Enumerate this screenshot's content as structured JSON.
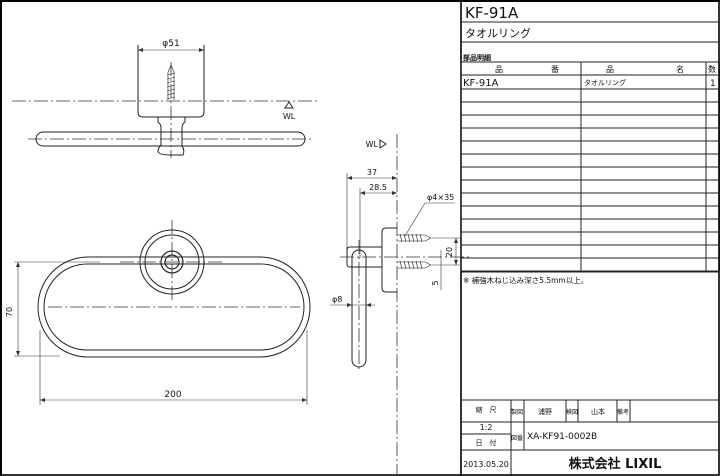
{
  "title_block": {
    "model": "KF-91A",
    "product_name": "タオルリング",
    "parts_label": "部品明細",
    "columns": [
      "品",
      "番",
      "品",
      "名",
      "数"
    ],
    "rows": [
      {
        "part_no": "KF-91A",
        "name": "タオルリング",
        "qty": "1"
      }
    ],
    "note": "※ 補強木ねじ込み深さ5.5mm以上。",
    "scale_label": "縮　尺",
    "scale": "1:2",
    "date_label": "日　付",
    "date": "2013.05.20",
    "drawn_label": "製図",
    "drawn_by": "浦野",
    "checked_label": "検図",
    "checked_by": "山本",
    "remarks_label": "備考",
    "drawing_no_label": "図番",
    "drawing_no": "XA-KF91-0002B",
    "company": "株式会社 LIXIL"
  },
  "dimensions": {
    "rosette_dia": "φ51",
    "wl_top": "WL",
    "wl_side": "WL",
    "height": "70",
    "width": "200",
    "depth": "37",
    "depth_center": "28.5",
    "screw": "φ4×35",
    "screw_pitch": "20",
    "screw_offset": "5",
    "rod_dia": "φ8"
  }
}
